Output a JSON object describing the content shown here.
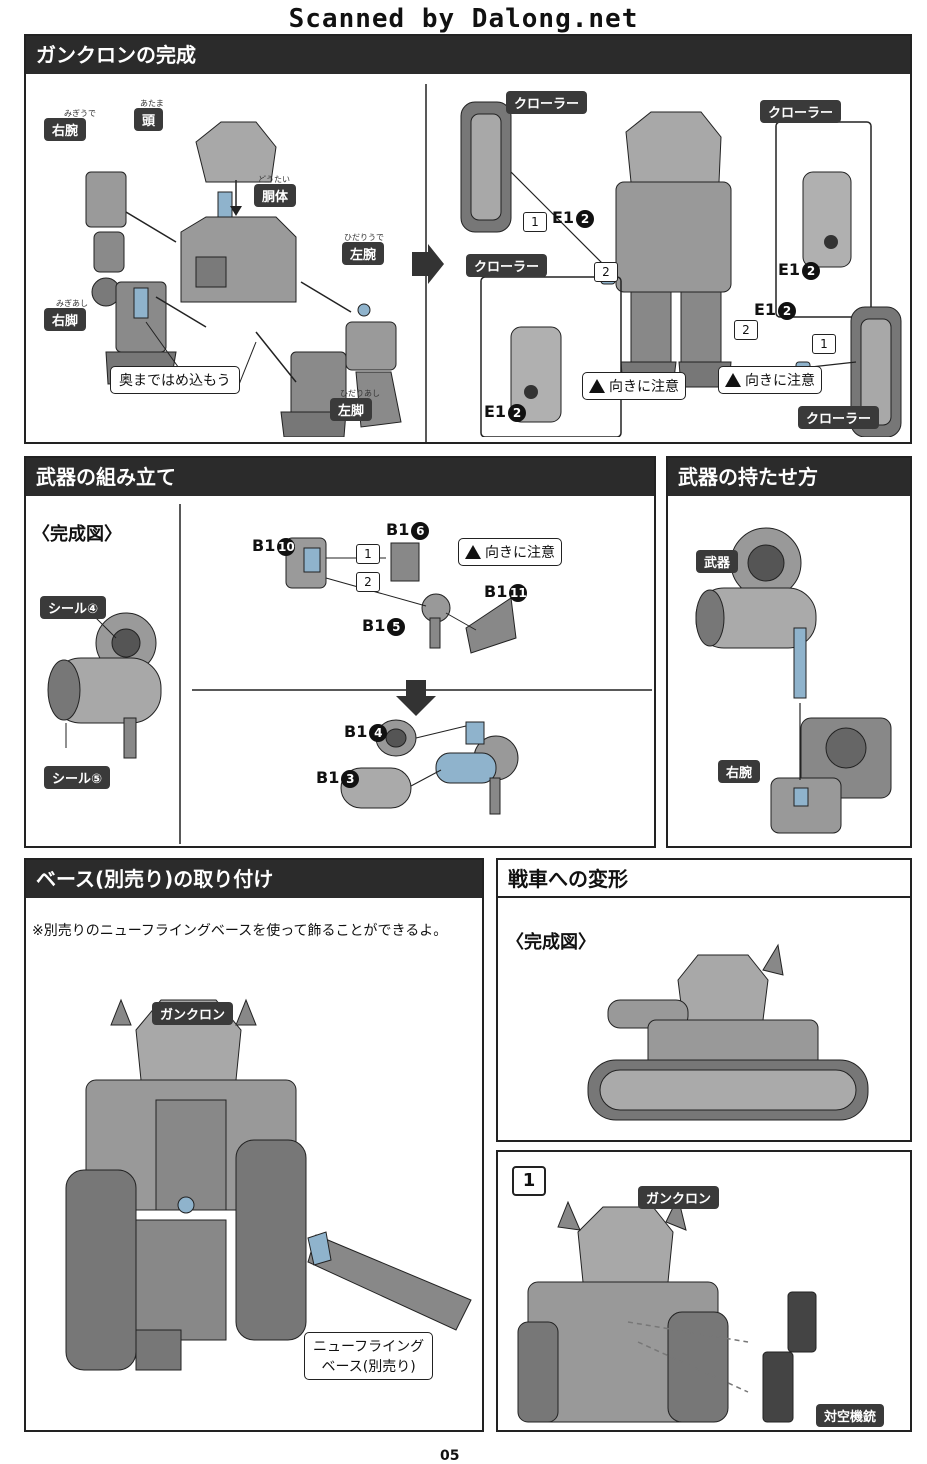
{
  "header": {
    "scan_credit": "Scanned by Dalong.net"
  },
  "section1": {
    "title": "ガンクロンの完成",
    "labels": {
      "right_arm": "右腕",
      "head": "頭",
      "body": "胴体",
      "left_arm": "左腕",
      "right_leg": "右脚",
      "left_leg": "左脚",
      "push_in": "奥まではめ込もう",
      "crawler": "クローラー"
    },
    "ruby": {
      "right_arm": "みぎうで",
      "head": "あたま",
      "body": "どうたい",
      "left_arm": "ひだりうで",
      "right_leg": "みぎあし",
      "left_leg": "ひだりあし"
    },
    "parts": {
      "e1": "E1",
      "two": "2"
    },
    "steps": {
      "one": "1",
      "two": "2"
    },
    "warning": "向きに注意"
  },
  "section2": {
    "title": "武器の組み立て",
    "completed": "〈完成図〉",
    "seal4": "シール④",
    "seal5": "シール⑤",
    "parts": {
      "b1": "B1",
      "n10": "10",
      "n6": "6",
      "n11": "11",
      "n5": "5",
      "n4": "4",
      "n3": "3"
    },
    "steps": {
      "one": "1",
      "two": "2"
    },
    "warning": "向きに注意"
  },
  "section3": {
    "title": "武器の持たせ方",
    "weapon": "武器",
    "right_arm": "右腕"
  },
  "section4": {
    "title": "ベース(別売り)の取り付け",
    "note": "※別売りのニューフライングベースを使って飾ることができるよ。",
    "robot": "ガンクロン",
    "base_line1": "ニューフライング",
    "base_line2": "ベース(別売り)"
  },
  "section5": {
    "title": "戦車への変形",
    "completed": "〈完成図〉",
    "step": "1",
    "robot": "ガンクロン",
    "aa_gun": "対空機銃"
  },
  "footer": {
    "page": "05"
  },
  "colors": {
    "accent_part": "#8fb3cc",
    "panel_dark": "#2b2b2b",
    "pill": "#3a3a3a"
  }
}
